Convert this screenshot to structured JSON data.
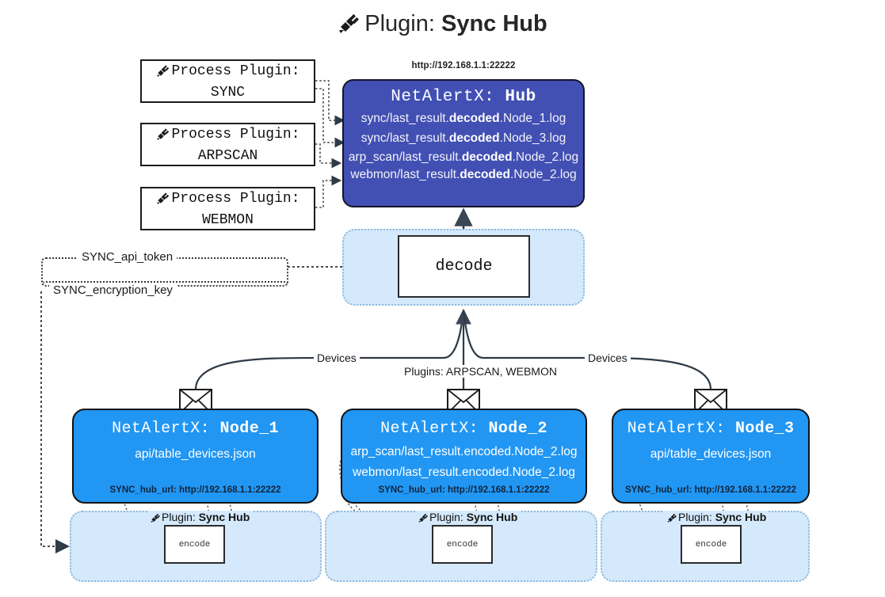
{
  "title": {
    "icon": "plug-icon",
    "prefix": "Plugin:",
    "name": "Sync Hub"
  },
  "process_plugins": [
    {
      "icon": "plug-icon",
      "line1": "Process Plugin:",
      "line2": "SYNC"
    },
    {
      "icon": "plug-icon",
      "line1": "Process Plugin:",
      "line2": "ARPSCAN"
    },
    {
      "icon": "plug-icon",
      "line1": "Process Plugin:",
      "line2": "WEBMON"
    }
  ],
  "hub": {
    "url": "http://192.168.1.1:22222",
    "title_prefix": "NetAlertX:",
    "title_name": "Hub",
    "fill_color": "#4250b4",
    "logs": [
      {
        "pre": "sync/last_result.",
        "em": "decoded",
        "post": ".Node_1.log"
      },
      {
        "pre": "sync/last_result.",
        "em": "decoded",
        "post": ".Node_3.log"
      },
      {
        "pre": "arp_scan/last_result.",
        "em": "decoded",
        "post": ".Node_2.log"
      },
      {
        "pre": "webmon/last_result.",
        "em": "decoded",
        "post": ".Node_2.log"
      }
    ]
  },
  "decode": {
    "label": "decode",
    "band_color": "#d4e9fb"
  },
  "tokens": [
    {
      "label": "SYNC_api_token"
    },
    {
      "label": "SYNC_encryption_key"
    }
  ],
  "edge_labels": {
    "devices_left": "Devices",
    "plugins_center": "Plugins: ARPSCAN, WEBMON",
    "devices_right": "Devices"
  },
  "nodes": [
    {
      "title_prefix": "NetAlertX:",
      "title_name": "Node_1",
      "fill_color": "#2196f3",
      "lines": [
        "api/table_devices.json"
      ],
      "footer": "SYNC_hub_url: http://192.168.1.1:22222",
      "icon": "envelope-icon"
    },
    {
      "title_prefix": "NetAlertX:",
      "title_name": "Node_2",
      "fill_color": "#2196f3",
      "lines": [
        "arp_scan/last_result.encoded.Node_2.log",
        "webmon/last_result.encoded.Node_2.log"
      ],
      "footer": "SYNC_hub_url: http://192.168.1.1:22222",
      "icon": "envelope-icon"
    },
    {
      "title_prefix": "NetAlertX:",
      "title_name": "Node_3",
      "fill_color": "#2196f3",
      "lines": [
        "api/table_devices.json"
      ],
      "footer": "SYNC_hub_url: http://192.168.1.1:22222",
      "icon": "envelope-icon"
    }
  ],
  "plugin_bands": [
    {
      "icon": "plug-icon",
      "prefix": "Plugin:",
      "name": "Sync Hub",
      "box_label": "encode"
    },
    {
      "icon": "plug-icon",
      "prefix": "Plugin:",
      "name": "Sync Hub",
      "box_label": "encode"
    },
    {
      "icon": "plug-icon",
      "prefix": "Plugin:",
      "name": "Sync Hub",
      "box_label": "encode"
    }
  ]
}
